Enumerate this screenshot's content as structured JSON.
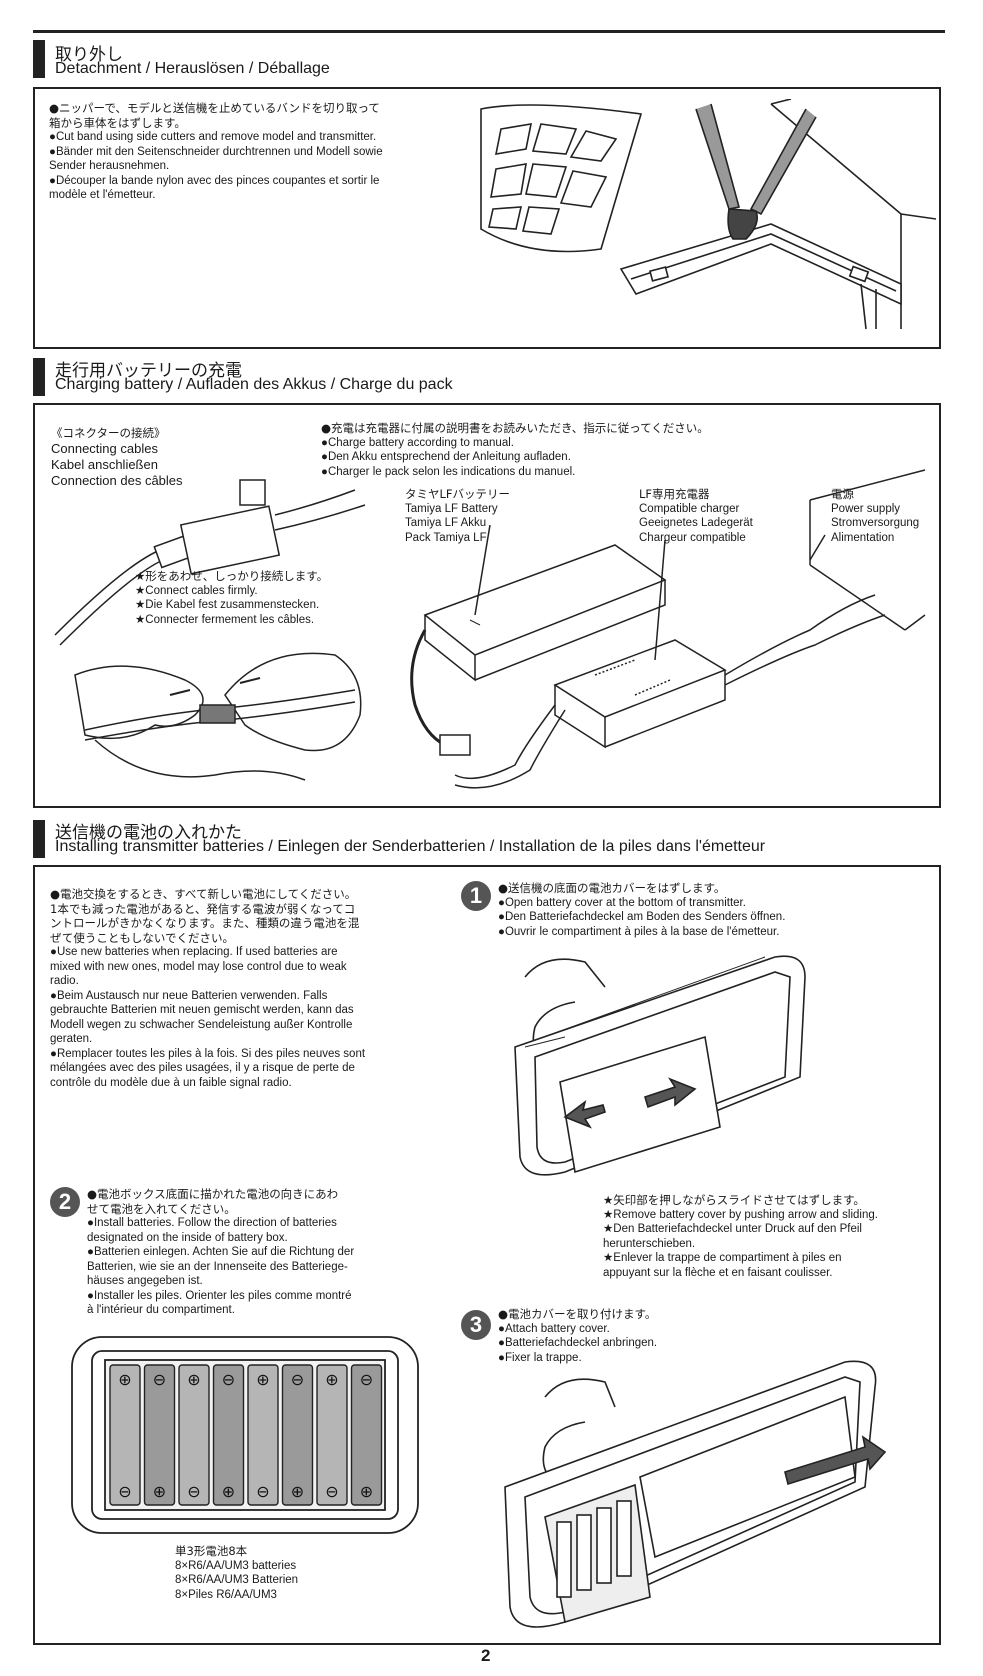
{
  "sections": {
    "detachment": {
      "title_jp": "取り外し",
      "title_en": "Detachment / Herauslösen / Déballage",
      "lines": [
        "●ニッパーで、モデルと送信機を止めているバンドを切り取って",
        "箱から車体をはずします。",
        "●Cut band using side cutters and remove model and transmitter.",
        "●Bänder mit den Seitenschneider durchtrennen und Modell sowie",
        "Sender herausnehmen.",
        "●Découper la bande nylon avec des pinces coupantes et sortir le",
        "modèle et l'émetteur."
      ]
    },
    "charging": {
      "title_jp": "走行用バッテリーの充電",
      "title_en": "Charging battery / Aufladen des Akkus / Charge du pack",
      "connector": [
        "《コネクターの接続》",
        "Connecting cables",
        "Kabel anschließen",
        "Connection des câbles"
      ],
      "manual": [
        "●充電は充電器に付属の説明書をお読みいただき、指示に従ってください。",
        "●Charge battery according to manual.",
        "●Den Akku entsprechend der Anleitung aufladen.",
        "●Charger le pack selon les indications du manuel."
      ],
      "firm": [
        "★形をあわせ、しっかり接続します。",
        "★Connect cables firmly.",
        "★Die Kabel fest zusammenstecken.",
        "★Connecter fermement les câbles."
      ],
      "battery_label": [
        "タミヤLFバッテリー",
        "Tamiya LF Battery",
        "Tamiya LF Akku",
        "Pack Tamiya LF"
      ],
      "charger_label": [
        "LF専用充電器",
        "Compatible charger",
        "Geeignetes Ladegerät",
        "Chargeur compatible"
      ],
      "power_label": [
        "電源",
        "Power supply",
        "Stromversorgung",
        "Alimentation"
      ]
    },
    "batteries": {
      "title_jp": "送信機の電池の入れかた",
      "title_en": "Installing transmitter batteries / Einlegen der Senderbatterien / Installation de la piles dans l'émetteur",
      "warning": [
        "●電池交換をするとき、すべて新しい電池にしてください。",
        "1本でも減った電池があると、発信する電波が弱くなってコ",
        "ントロールがきかなくなります。また、種類の違う電池を混",
        "ぜて使うこともしないでください。",
        "●Use new batteries when replacing. If used batteries are",
        "mixed with new ones, model may lose control due to weak",
        "radio.",
        "●Beim Austausch nur neue Batterien verwenden. Falls",
        "gebrauchte Batterien mit neuen gemischt werden, kann das",
        "Modell wegen zu schwacher Sendeleistung außer Kontrolle",
        "geraten.",
        "●Remplacer toutes les piles à la fois. Si des piles neuves sont",
        "mélangées avec des piles usagées, il y a risque de perte de",
        "contrôle du modèle due à un faible signal radio."
      ],
      "step1": {
        "num": "1",
        "lines": [
          "●送信機の底面の電池カバーをはずします。",
          "●Open battery cover at the bottom of transmitter.",
          "●Den Batteriefachdeckel am Boden des Senders öffnen.",
          "●Ouvrir le compartiment à piles à la base de l'émetteur."
        ]
      },
      "step1_note": [
        "★矢印部を押しながらスライドさせてはずします。",
        "★Remove battery cover by pushing arrow and sliding.",
        "★Den Batteriefachdeckel unter Druck auf den Pfeil",
        "herunterschieben.",
        "★Enlever la trappe de compartiment à piles en",
        "appuyant sur la flèche et en faisant coulisser."
      ],
      "step2": {
        "num": "2",
        "lines": [
          "●電池ボックス底面に描かれた電池の向きにあわ",
          "せて電池を入れてください。",
          "●Install batteries. Follow the direction of batteries",
          "designated on the inside of battery box.",
          "●Batterien einlegen. Achten Sie auf die Richtung der",
          "Batterien, wie sie an der Innenseite des Batteriege-",
          "häuses angegeben ist.",
          "●Installer les piles. Orienter les piles comme montré",
          "à l'intérieur du compartiment."
        ]
      },
      "battery_caption": [
        "単3形電池8本",
        "8×R6/AA/UM3 batteries",
        "8×R6/AA/UM3 Batterien",
        "8×Piles R6/AA/UM3"
      ],
      "step3": {
        "num": "3",
        "lines": [
          "●電池カバーを取り付けます。",
          "●Attach battery cover.",
          "●Batteriefachdeckel anbringen.",
          "●Fixer la trappe."
        ]
      },
      "cell_top_signs": [
        "⊕",
        "⊖",
        "⊕",
        "⊖",
        "⊕",
        "⊖",
        "⊕",
        "⊖"
      ],
      "cell_bottom_signs": [
        "⊖",
        "⊕",
        "⊖",
        "⊕",
        "⊖",
        "⊕",
        "⊖",
        "⊕"
      ]
    }
  },
  "page_number": "2"
}
